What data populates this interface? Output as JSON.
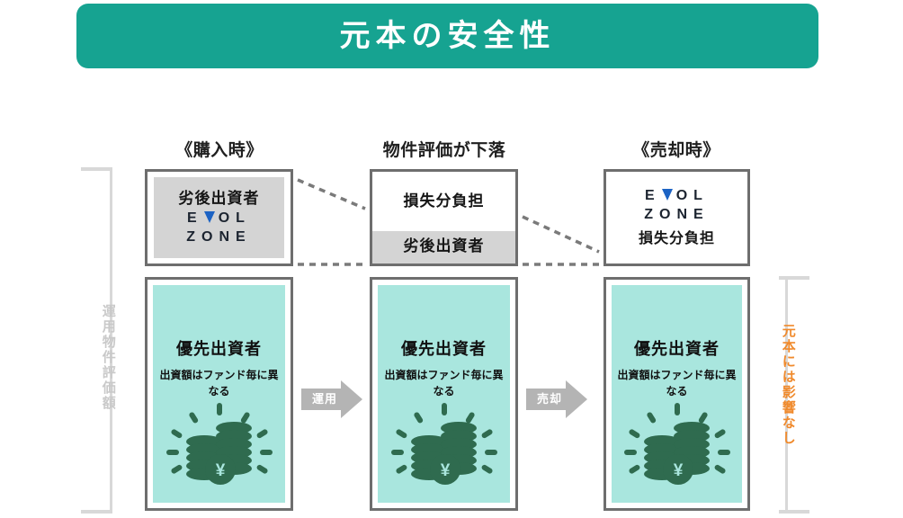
{
  "header": {
    "title": "元本の安全性",
    "bg_color": "#16a391",
    "text_color": "#ffffff"
  },
  "columns": [
    {
      "caption": "《購入時》",
      "top_box": {
        "style": "grey-panel",
        "label": "劣後出資者",
        "logo": {
          "line1": "EVOL",
          "line2": "ZONE",
          "accent_color": "#1c63c4"
        }
      },
      "bottom_box": {
        "title": "優先出資者",
        "subtitle": "出資額はファンド毎に異なる",
        "fill_color": "#a9e6de",
        "icon": "coin-stack-yen-icon"
      }
    },
    {
      "caption": "物件評価が下落",
      "top_box": {
        "style": "white-with-grey-band",
        "label_top": "損失分負担",
        "label_band": "劣後出資者"
      },
      "bottom_box": {
        "title": "優先出資者",
        "subtitle": "出資額はファンド毎に異なる",
        "fill_color": "#a9e6de",
        "icon": "coin-stack-yen-icon"
      }
    },
    {
      "caption": "《売却時》",
      "top_box": {
        "style": "white-logo",
        "logo": {
          "line1": "EVOL",
          "line2": "ZONE",
          "accent_color": "#1c63c4"
        },
        "label": "損失分負担"
      },
      "bottom_box": {
        "title": "優先出資者",
        "subtitle": "出資額はファンド毎に異なる",
        "fill_color": "#a9e6de",
        "icon": "coin-stack-yen-icon"
      }
    }
  ],
  "arrows": [
    {
      "label": "運用",
      "color": "#b4b4b4"
    },
    {
      "label": "売却",
      "color": "#b4b4b4"
    }
  ],
  "side_labels": {
    "left": {
      "text": "運用物件評価額",
      "color": "#c9c9c9"
    },
    "right": {
      "text": "元本には影響なし",
      "color": "#f08a2c"
    }
  }
}
